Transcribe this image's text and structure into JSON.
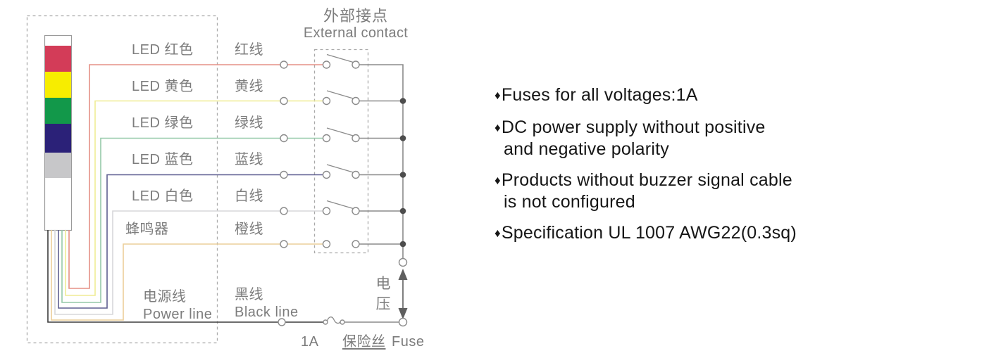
{
  "diagram": {
    "external_contact": {
      "title_cn": "外部接点",
      "title_en": "External contact"
    },
    "tower": {
      "segments": [
        {
          "name": "red",
          "color": "#d33c58"
        },
        {
          "name": "yellow",
          "color": "#f7ed00"
        },
        {
          "name": "green",
          "color": "#12984a"
        },
        {
          "name": "blue",
          "color": "#2b2178"
        },
        {
          "name": "gray",
          "color": "#c7c7c9"
        }
      ]
    },
    "rows": [
      {
        "device": "LED 红色",
        "wire_label": "红线",
        "wire_color": "#e59086"
      },
      {
        "device": "LED 黄色",
        "wire_label": "黄线",
        "wire_color": "#efec94"
      },
      {
        "device": "LED 绿色",
        "wire_label": "绿线",
        "wire_color": "#96c9a9"
      },
      {
        "device": "LED 蓝色",
        "wire_label": "蓝线",
        "wire_color": "#5f5f91"
      },
      {
        "device": "LED 白色",
        "wire_label": "白线",
        "wire_color": "#d7d7da"
      },
      {
        "device": "蜂鸣器",
        "wire_label": "橙线",
        "wire_color": "#eccf9a"
      }
    ],
    "power": {
      "device_cn": "电源线",
      "device_en": "Power line",
      "wire_cn": "黑线",
      "wire_en": "Black line",
      "wire_color": "#3d3d3d"
    },
    "voltage_label": "电压",
    "fuse": {
      "rating": "1A",
      "label_cn": "保险丝",
      "label_en": "Fuse"
    }
  },
  "notes": {
    "bullet": "♦",
    "items": [
      {
        "line1": "Fuses for all voltages:1A"
      },
      {
        "line1": "DC power supply without positive",
        "line2": "and negative polarity"
      },
      {
        "line1": "Products without buzzer signal cable",
        "line2": "is not configured"
      },
      {
        "line1": "Specification UL 1007 AWG22(0.3sq)"
      }
    ]
  }
}
